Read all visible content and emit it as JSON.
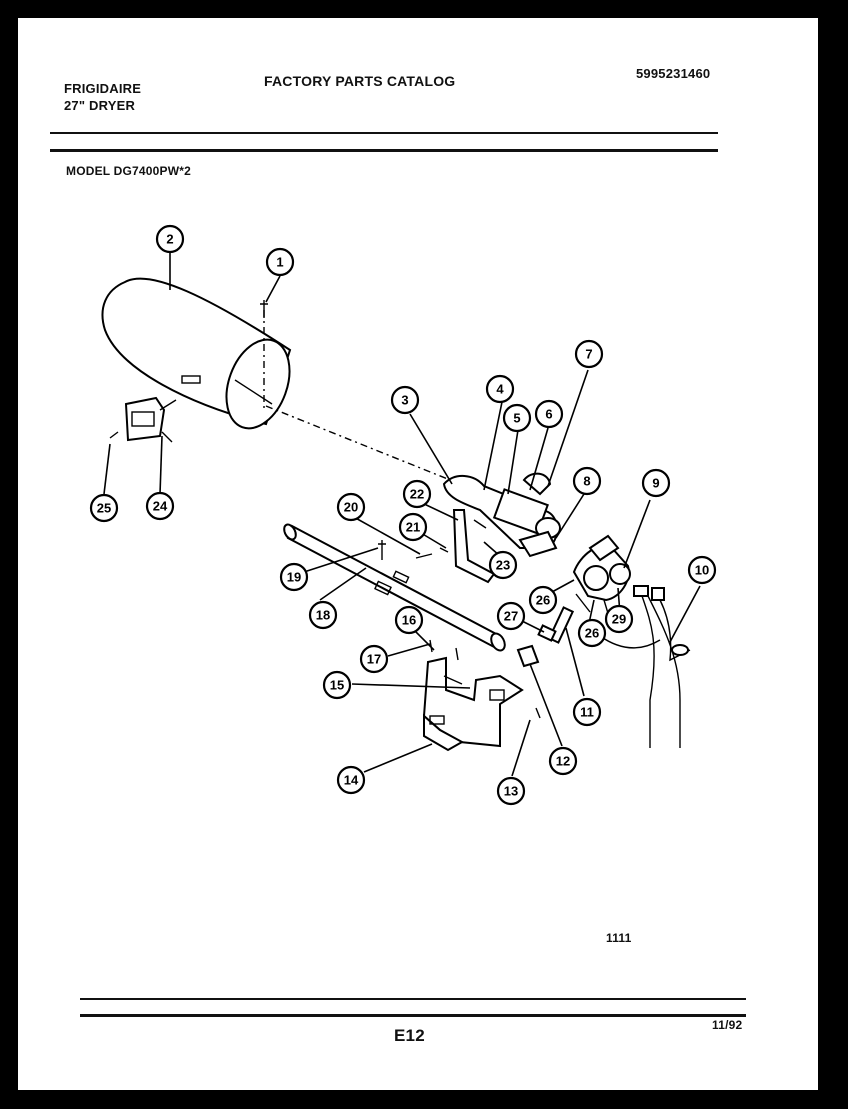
{
  "header": {
    "brand": "FRIGIDAIRE",
    "product": "27\" DRYER",
    "catalog_title": "FACTORY PARTS CATALOG",
    "catalog_number": "5995231460",
    "model": "MODEL DG7400PW*2"
  },
  "diagram": {
    "callouts": [
      "1",
      "2",
      "3",
      "4",
      "5",
      "6",
      "7",
      "8",
      "9",
      "10",
      "11",
      "12",
      "13",
      "14",
      "15",
      "16",
      "17",
      "18",
      "19",
      "20",
      "21",
      "22",
      "23",
      "24",
      "25",
      "26",
      "26",
      "26",
      "27",
      "29"
    ]
  },
  "footer": {
    "figure_code": "1111",
    "page_number": "E12",
    "date": "11/92"
  }
}
